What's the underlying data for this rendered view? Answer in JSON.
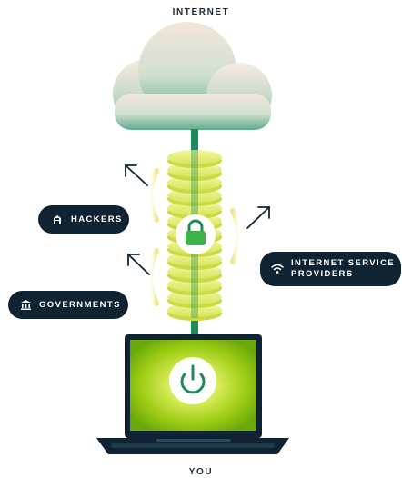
{
  "labels": {
    "top": "INTERNET",
    "bottom": "YOU"
  },
  "callouts": {
    "hackers": {
      "label": "HACKERS",
      "icon": "hacker-icon"
    },
    "governments": {
      "label": "GOVERNMENTS",
      "icon": "government-building-icon"
    },
    "isp": {
      "label_line1": "INTERNET SERVICE",
      "label_line2": "PROVIDERS",
      "icon": "wifi-icon"
    }
  },
  "icons": {
    "tunnel_center": "lock-icon",
    "screen_center": "power-icon",
    "source": "cloud-icon",
    "device": "laptop-icon"
  },
  "colors": {
    "pill_bg": "#0f2332",
    "accent_green": "#1f8a5b",
    "tunnel_yellow": "#e9f27a",
    "screen_green": "#b4d91a"
  }
}
